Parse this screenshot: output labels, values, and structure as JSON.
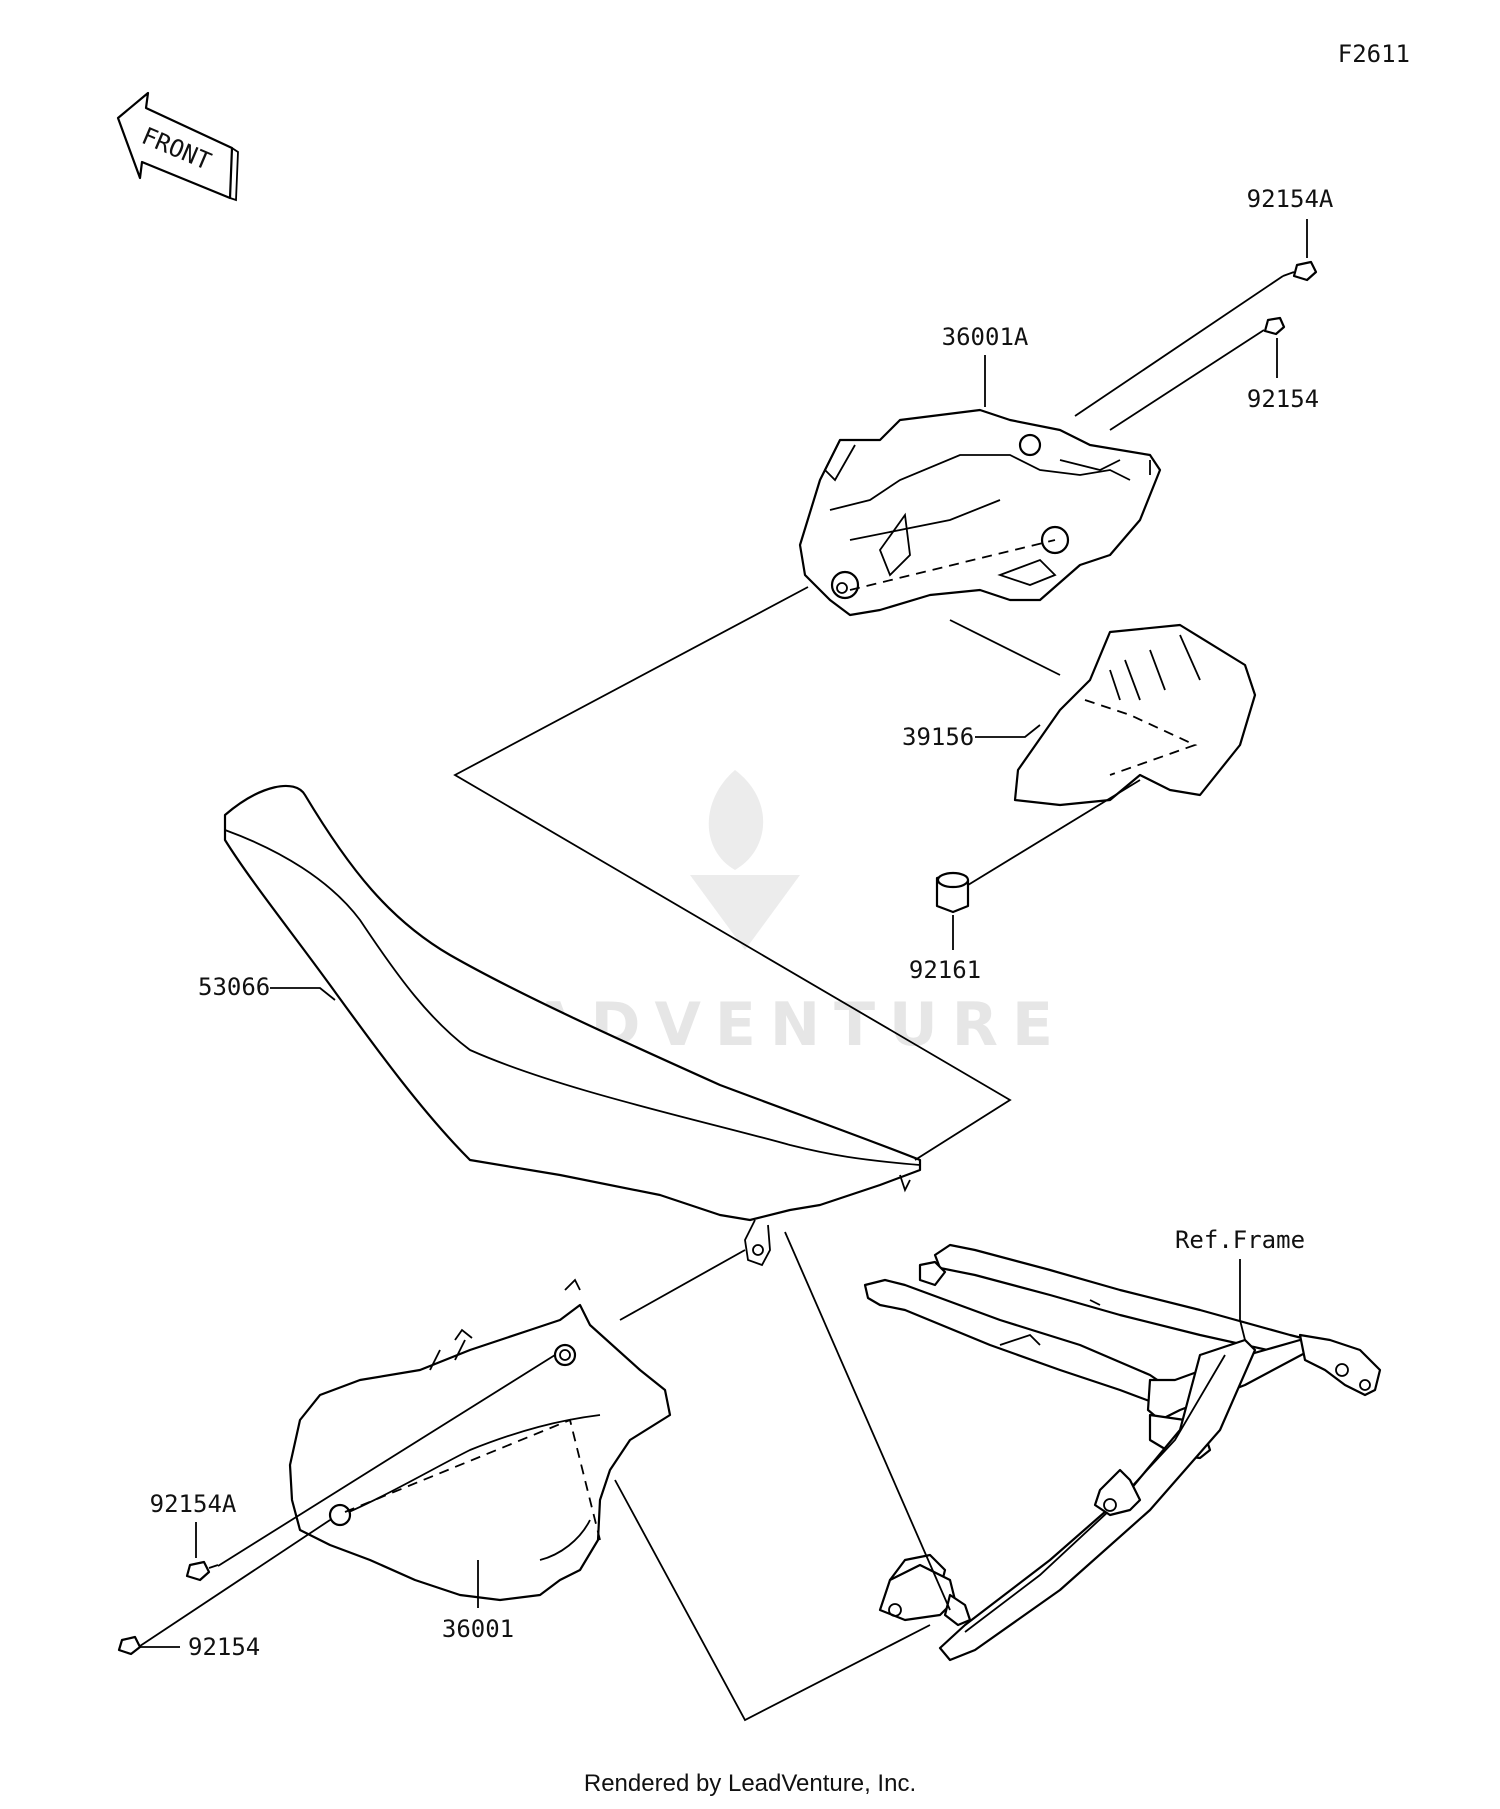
{
  "figure_code": "F2611",
  "front_arrow_label": "FRONT",
  "watermark_text": "LEADVENTURE",
  "footer_text": "Rendered by LeadVenture, Inc.",
  "callouts": {
    "bolt_a_upper": "92154A",
    "bolt_upper": "92154",
    "cover_right": "36001A",
    "pad": "39156",
    "damper": "92161",
    "seat": "53066",
    "frame": "Ref.Frame",
    "bolt_a_lower": "92154A",
    "bolt_lower": "92154",
    "cover_left": "36001"
  },
  "colors": {
    "line": "#000000",
    "watermark": "#e6e6e6",
    "background": "#ffffff"
  }
}
